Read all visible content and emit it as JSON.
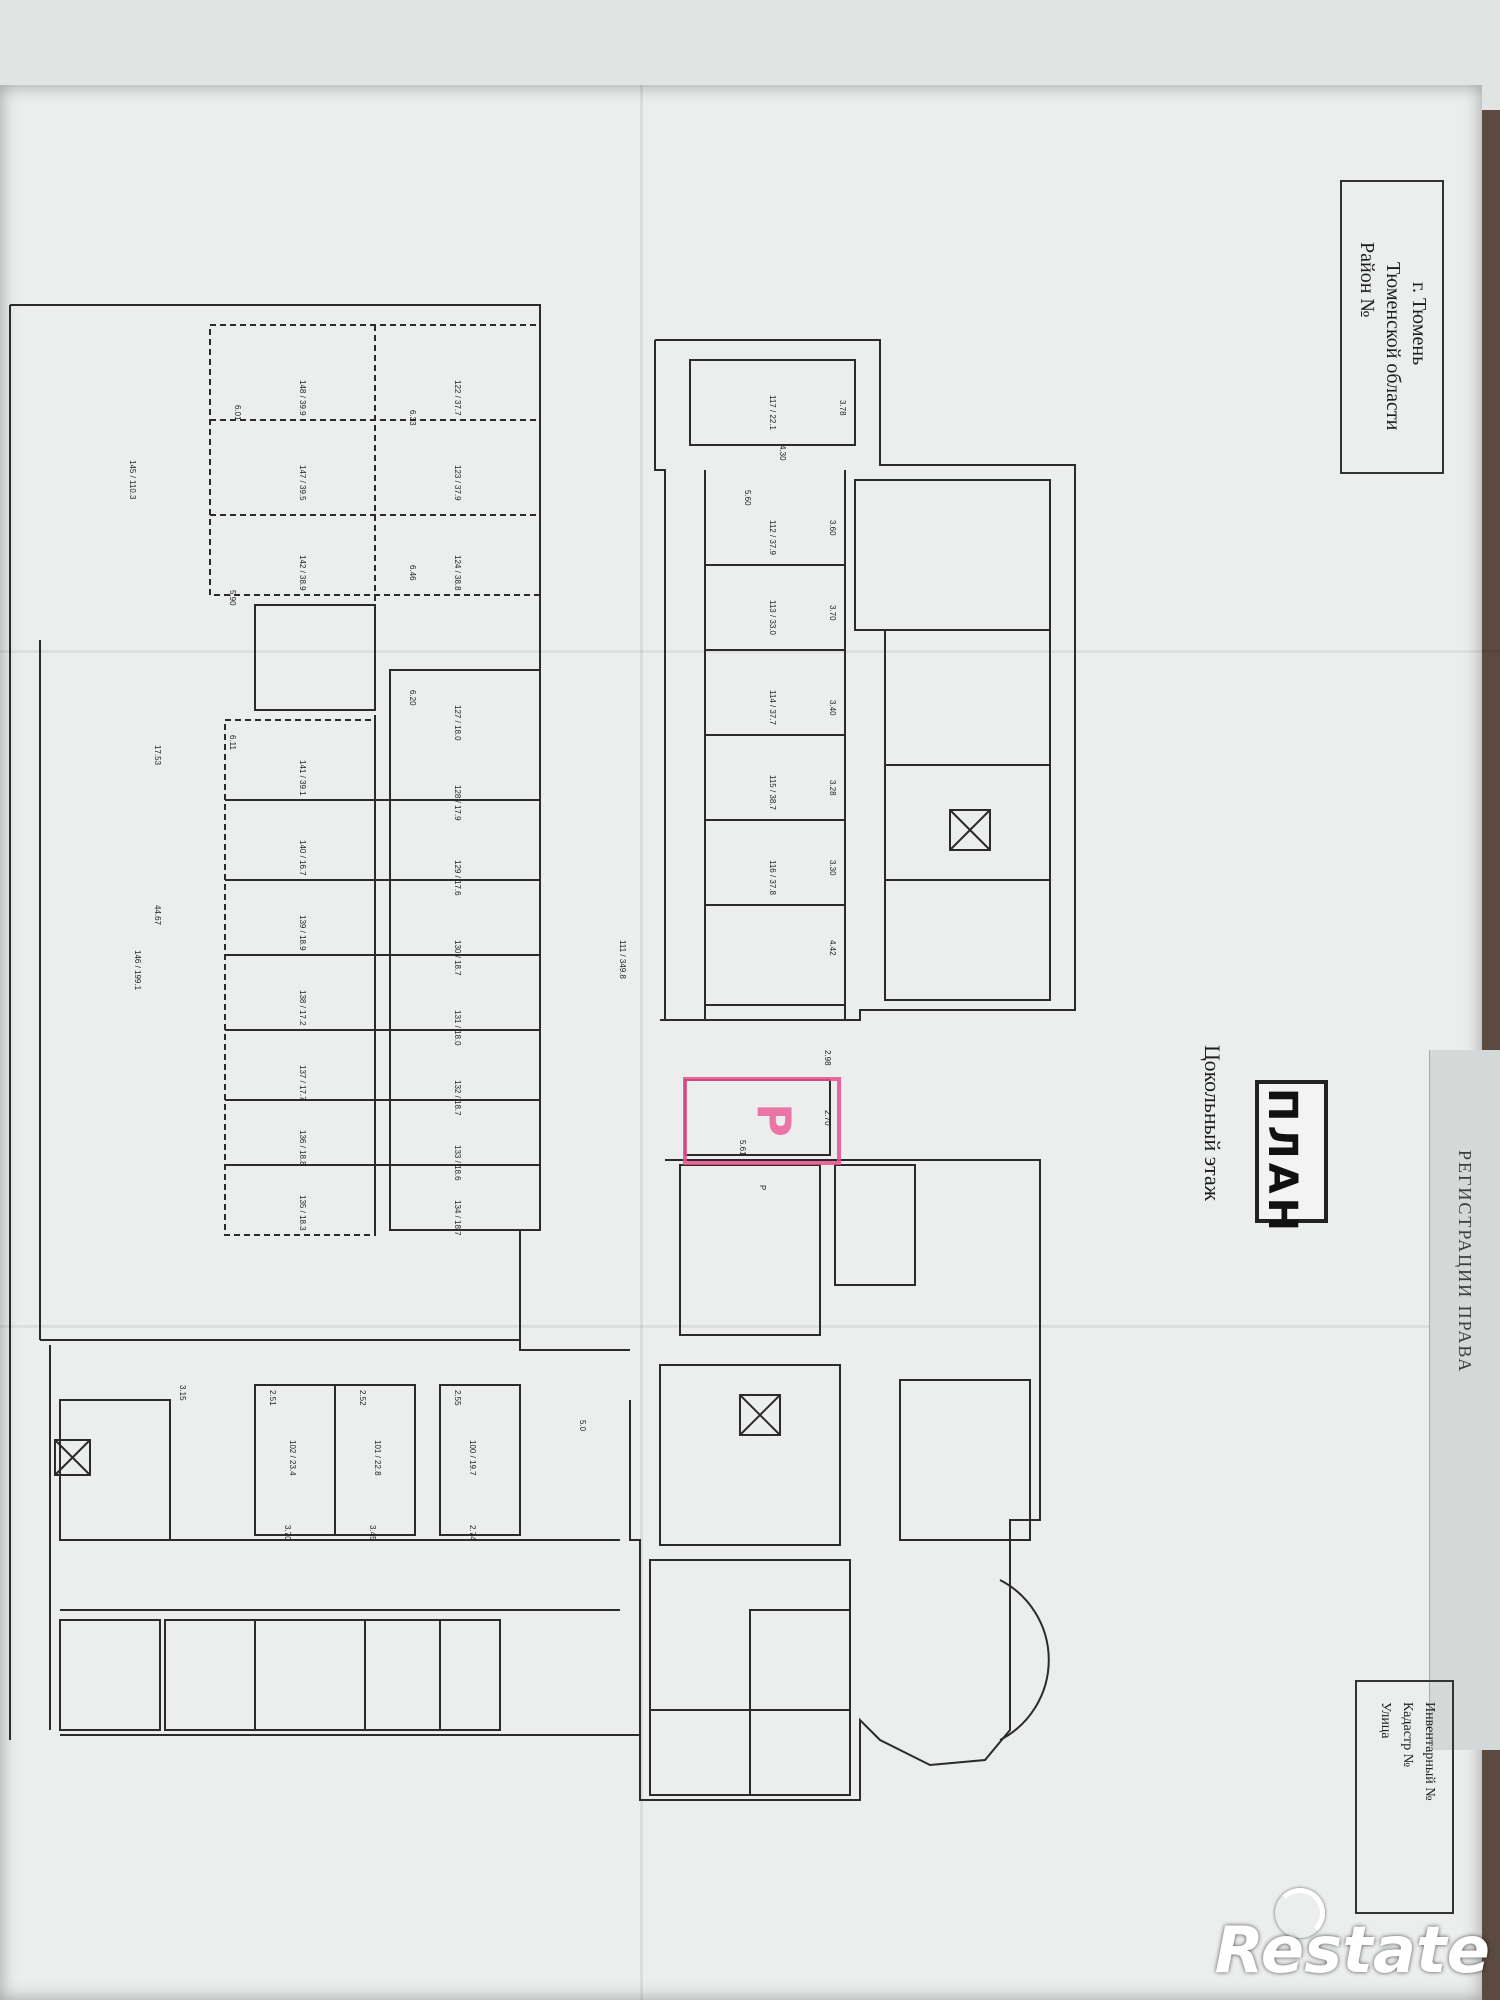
{
  "title_block": {
    "city": "г. Тюмень",
    "region": "Тюменской области",
    "district": "Район №"
  },
  "plan": {
    "title": "ПЛАН",
    "floor": "Цокольный этаж"
  },
  "inventory": {
    "inventory_no": "Инвентарный №",
    "cadastral_no": "Кадастр №",
    "street": "Улица"
  },
  "stamp": {
    "text": "РЕГИСТРАЦИИ ПРАВА"
  },
  "watermark": {
    "text": "Restate"
  },
  "highlighted_room": {
    "label": "Р",
    "color": "#e94e8c"
  },
  "rooms_top": [
    {
      "num": "117",
      "area": "22.1"
    },
    {
      "num": "116",
      "area": "37.8"
    },
    {
      "num": "115",
      "area": "38.7"
    },
    {
      "num": "114",
      "area": "37.7"
    },
    {
      "num": "113",
      "area": "33.0"
    },
    {
      "num": "112",
      "area": "37.9"
    }
  ],
  "rooms_left_upper": [
    {
      "num": "148",
      "area": "39.9"
    },
    {
      "num": "147",
      "area": "39.5"
    },
    {
      "num": "142",
      "area": "38.9"
    },
    {
      "num": "141",
      "area": "39.1"
    },
    {
      "num": "140",
      "area": "16.7"
    },
    {
      "num": "139",
      "area": "18.9"
    },
    {
      "num": "138",
      "area": "17.2"
    },
    {
      "num": "137",
      "area": "17.7"
    },
    {
      "num": "136",
      "area": "18.8"
    },
    {
      "num": "135",
      "area": "18.3"
    }
  ],
  "rooms_left_inner": [
    {
      "num": "122",
      "area": "37.7"
    },
    {
      "num": "123",
      "area": "37.9"
    },
    {
      "num": "124",
      "area": "38.8"
    },
    {
      "num": "127",
      "area": "18.0"
    },
    {
      "num": "128",
      "area": "17.9"
    },
    {
      "num": "129",
      "area": "17.6"
    },
    {
      "num": "130",
      "area": "18.7"
    },
    {
      "num": "131",
      "area": "18.0"
    },
    {
      "num": "132",
      "area": "18.7"
    },
    {
      "num": "133",
      "area": "18.6"
    },
    {
      "num": "134",
      "area": "18.7"
    }
  ],
  "rooms_lower": [
    {
      "num": "102",
      "area": "23.4"
    },
    {
      "num": "101",
      "area": "22.8"
    },
    {
      "num": "100",
      "area": "19.7"
    }
  ],
  "corridor_labels": [
    {
      "num": "145",
      "area": "110.3"
    },
    {
      "num": "146",
      "area": "199.1"
    },
    {
      "num": "111",
      "area": "349.8"
    }
  ],
  "dimensions": [
    "6.01",
    "6.33",
    "6.46",
    "5.90",
    "6.20",
    "6.11",
    "5.60",
    "4.30",
    "3.78",
    "3.60",
    "3.70",
    "3.40",
    "3.28",
    "3.30",
    "4.42",
    "2.98",
    "2.70",
    "5.61",
    "17.53",
    "44.67",
    "5.0",
    "3.15",
    "2.51",
    "2.52",
    "2.55",
    "3.70",
    "3.45",
    "2.74"
  ]
}
